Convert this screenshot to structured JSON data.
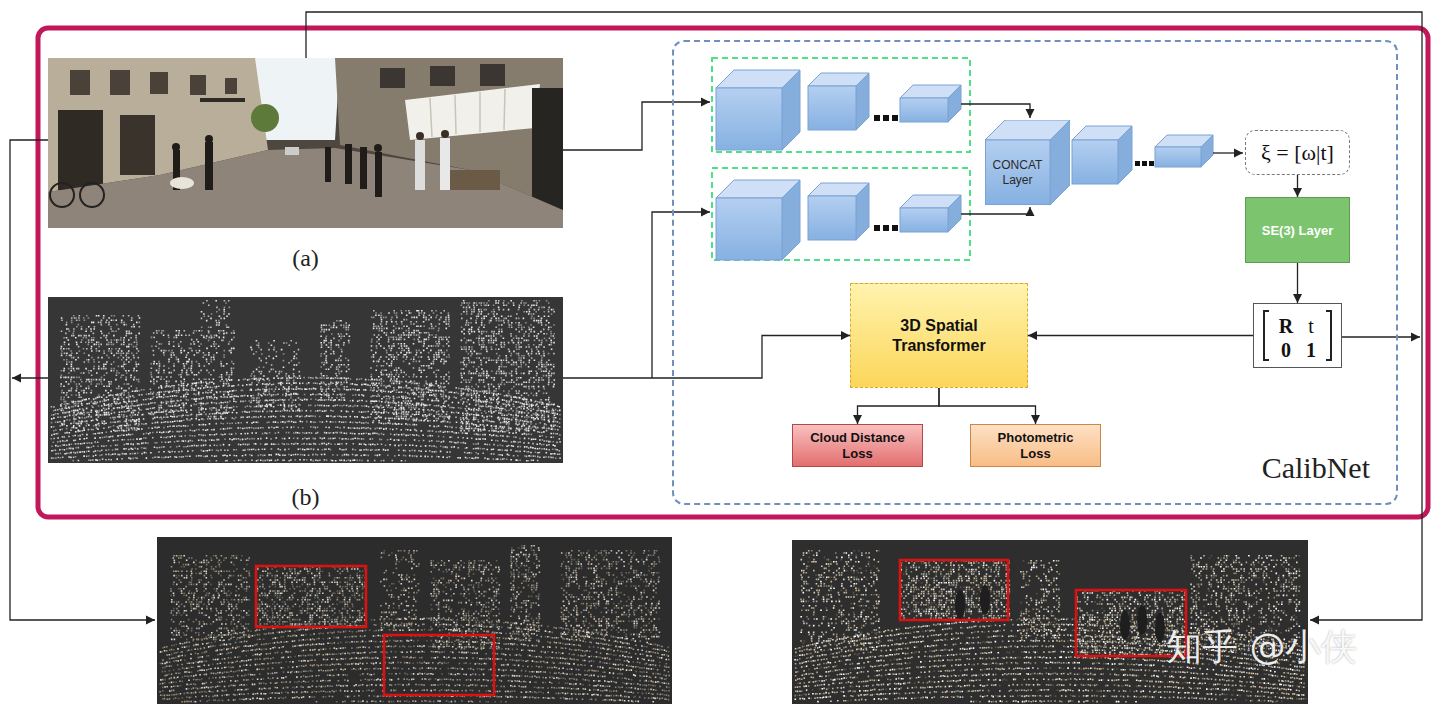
{
  "diagram": {
    "nodes": [
      {
        "text": [
          "(a)"
        ]
      },
      {
        "text": [
          "(b)"
        ]
      },
      {
        "text": [
          "CalibNet"
        ]
      },
      {
        "text": [
          "CONCAT Layer"
        ],
        "in": 2
      },
      {
        "text": [
          "ξ = [ω|t]"
        ],
        "in": 2
      },
      {
        "text": [
          "SE(3) Layer"
        ],
        "in": 2
      },
      {
        "text": [
          "R",
          "t",
          "0",
          "1"
        ],
        "in": 2
      },
      {
        "text": [
          "3D Spatial Transformer"
        ],
        "in": 2
      },
      {
        "text": [
          "Cloud Distance Loss"
        ],
        "in": 2
      },
      {
        "text": [
          "Photometric Loss"
        ],
        "in": 2
      }
    ],
    "edges": [
      {
        "from": 4,
        "to": 5,
        "arrow": "to"
      },
      {
        "from": 5,
        "to": 6,
        "arrow": "to"
      },
      {
        "from": 6,
        "to": 7,
        "arrow": "to"
      },
      {
        "from": 1,
        "to": 7,
        "arrow": "to"
      },
      {
        "from": 7,
        "to": 8,
        "arrow": "to"
      },
      {
        "from": 7,
        "to": 9,
        "arrow": "to"
      }
    ],
    "labels": [
      "知乎 @小侠"
    ]
  }
}
